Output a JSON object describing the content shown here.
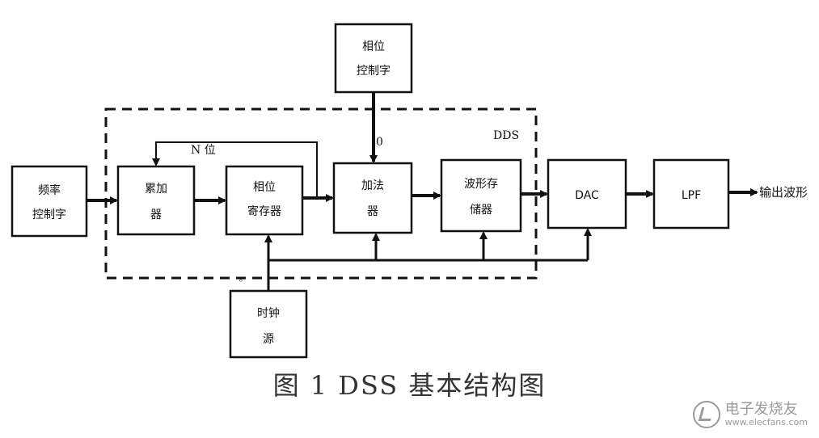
{
  "diagram": {
    "boxes": {
      "freq_ctrl": [
        "频率",
        "控制字"
      ],
      "accumulator": [
        "累加",
        "器"
      ],
      "phase_reg": [
        "相位",
        "寄存器"
      ],
      "adder": [
        "加法",
        "器"
      ],
      "wave_mem": [
        "波形存",
        "储器"
      ],
      "dac": [
        "DAC"
      ],
      "lpf": [
        "LPF"
      ],
      "phase_ctrl": [
        "相位",
        "控制字"
      ],
      "clock": [
        "时钟",
        "源"
      ]
    },
    "labels": {
      "dds": "DDS",
      "n_bits": "N 位",
      "zero": "0",
      "output": "输出波形",
      "clock_mark": "ᵟ"
    }
  },
  "caption": "图 1   DSS 基本结构图",
  "watermark": {
    "brand": "电子发烧友",
    "url": "www.elecfans.com"
  }
}
